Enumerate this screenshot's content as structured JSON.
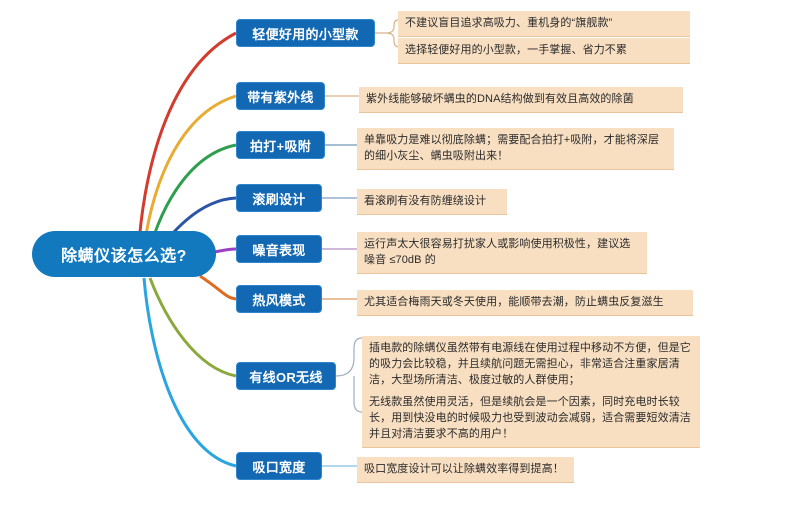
{
  "mindmap": {
    "root": {
      "label": "除螨仪该怎么选?"
    },
    "branches": [
      {
        "id": "small-light",
        "label": "轻便好用的小型款",
        "color": "#d23c2e",
        "leaves": [
          {
            "text": "不建议盲目追求高吸力、重机身的“旗舰款”"
          },
          {
            "text": "选择轻便好用的小型款，一手掌握、省力不累"
          }
        ]
      },
      {
        "id": "uv-light",
        "label": "带有紫外线",
        "color": "#e8ab33",
        "leaves": [
          {
            "text": "紫外线能够破坏螨虫的DNA结构做到有效且高效的除菌"
          }
        ]
      },
      {
        "id": "beat-suction",
        "label": "拍打+吸附",
        "color": "#2f9e4f",
        "leaves": [
          {
            "text": "单靠吸力是难以彻底除螨；需要配合拍打+吸附，才能将深层的细小灰尘、螨虫吸附出来！"
          }
        ]
      },
      {
        "id": "roller-brush",
        "label": "滚刷设计",
        "color": "#2c55a8",
        "leaves": [
          {
            "text": "看滚刷有没有防缠绕设计"
          }
        ]
      },
      {
        "id": "noise",
        "label": "噪音表现",
        "color": "#9b3fc4",
        "leaves": [
          {
            "text": "运行声太大很容易打扰家人或影响使用积极性，建议选噪音 ≤70dB 的"
          }
        ]
      },
      {
        "id": "hot-air",
        "label": "热风模式",
        "color": "#dd6b20",
        "leaves": [
          {
            "text": "尤其适合梅雨天或冬天使用，能顺带去潮，防止螨虫反复滋生"
          }
        ]
      },
      {
        "id": "wired-wireless",
        "label": "有线OR无线",
        "color": "#8aa83c",
        "leaves": [
          {
            "text": "插电款的除螨仪虽然带有电源线在使用过程中移动不方便，但是它的吸力会比较稳，并且续航问题无需担心，非常适合注重家居清洁，大型场所清洁、极度过敏的人群使用；"
          },
          {
            "text": "无线款虽然使用灵活，但是续航会是一个因素，同时充电时长较长，用到快没电的时候吸力也受到波动会减弱，适合需要短效清洁并且对清洁要求不高的用户！"
          }
        ]
      },
      {
        "id": "nozzle-width",
        "label": "吸口宽度",
        "color": "#2aa5df",
        "leaves": [
          {
            "text": "吸口宽度设计可以让除螨效率得到提高！"
          }
        ]
      }
    ],
    "palette": {
      "root_fill": "#1279be",
      "branch_fill": "#1268b3",
      "branch_border": "#2f86cc",
      "leaf_fill": "#f8dfc2",
      "leaf_border": "#e8c49b",
      "background": "#ffffff"
    }
  }
}
